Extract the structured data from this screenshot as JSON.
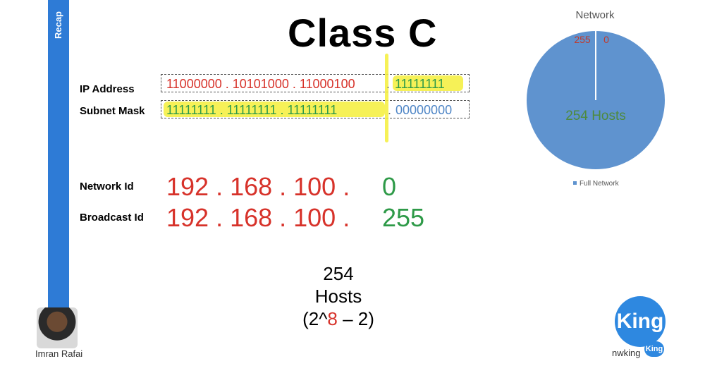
{
  "sidebar": {
    "label": "Recap"
  },
  "slide": {
    "title": "Class C",
    "ip_label": "IP Address",
    "mask_label": "Subnet Mask",
    "ip_binary": {
      "network": "11000000 . 10101000 . 11000100",
      "sep": ".",
      "host": "11111111"
    },
    "mask_binary": {
      "network": "11111111 . 11111111 . 11111111",
      "sep": ".",
      "host": "00000000"
    },
    "network_id_label": "Network Id",
    "broadcast_id_label": "Broadcast Id",
    "network_id": {
      "prefix": "192 . 168 . 100 .",
      "host": "0"
    },
    "broadcast_id": {
      "prefix": "192 . 168 . 100 .",
      "host": "255"
    },
    "hosts": {
      "count": "254",
      "word": "Hosts",
      "formula_open": "(2^",
      "formula_exp": "8",
      "formula_close": " – 2)"
    }
  },
  "chart_data": {
    "type": "pie",
    "title": "Network",
    "labels": [
      "255",
      "0"
    ],
    "series": [
      {
        "name": "Full Network",
        "values": [
          254
        ]
      }
    ],
    "center_label": "254 Hosts",
    "legend": [
      "Full Network"
    ],
    "legend_position": "bottom",
    "colors": {
      "fill": "#5f93cf",
      "label_red": "#c0392b",
      "label_green": "#4e8a3e"
    }
  },
  "presenter": {
    "name": "Imran Rafai"
  },
  "brand": {
    "logo_text": "King",
    "logo_sub": "King",
    "caption": "nwking"
  }
}
